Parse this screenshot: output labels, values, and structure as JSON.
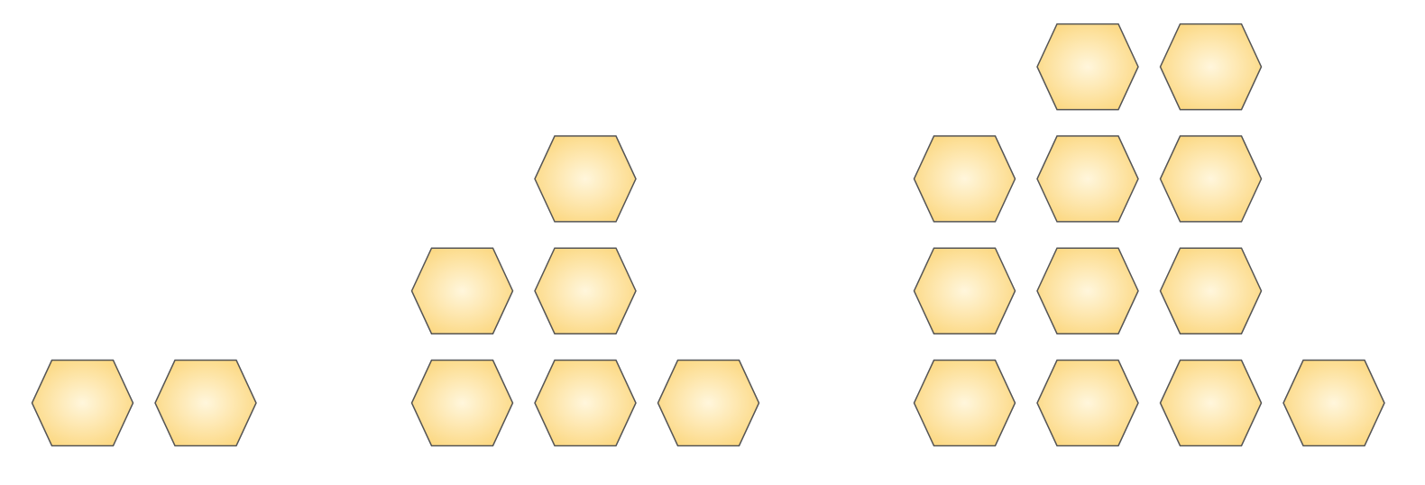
{
  "colors": {
    "background": "#ffffff",
    "hex_fill_center": "#fff6dc",
    "hex_fill_edge": "#fcd985",
    "hex_stroke": "#555555"
  },
  "figures": [
    {
      "name": "figure-1",
      "hexagon_count": 2,
      "rows": [
        {
          "row": 1,
          "count": 2
        }
      ]
    },
    {
      "name": "figure-2",
      "hexagon_count": 6,
      "rows": [
        {
          "row": 1,
          "count": 3
        },
        {
          "row": 2,
          "count": 2
        },
        {
          "row": 3,
          "count": 1
        }
      ]
    },
    {
      "name": "figure-3",
      "hexagon_count": 12,
      "rows": [
        {
          "row": 1,
          "count": 4
        },
        {
          "row": 2,
          "count": 3
        },
        {
          "row": 3,
          "count": 3
        },
        {
          "row": 4,
          "count": 2
        }
      ]
    }
  ]
}
